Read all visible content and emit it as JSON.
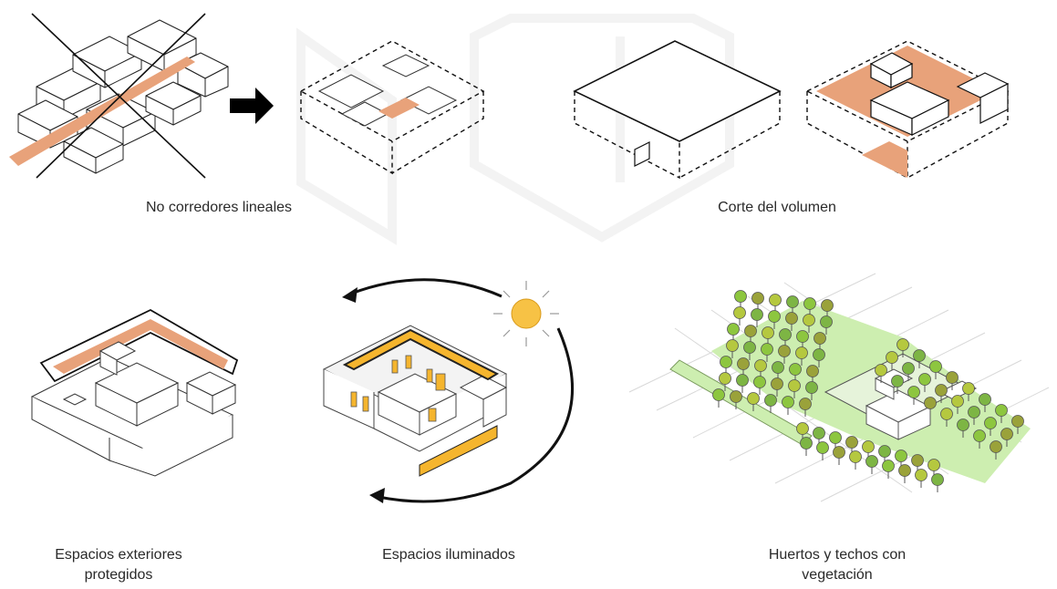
{
  "captions": {
    "no_corridors": "No corredores lineales",
    "volume_cut": "Corte del volumen",
    "protected_line1": "Espacios exteriores",
    "protected_line2": "protegidos",
    "lit_spaces": "Espacios iluminados",
    "gardens_line1": "Huertos y techos con",
    "gardens_line2": "vegetación"
  },
  "colors": {
    "terracotta": "#e8a27a",
    "amber": "#f5b52e",
    "sun": "#f7c245",
    "green_light": "#cdeeb0",
    "tree_green": "#8dc63f",
    "tree_olive": "#9aa23a"
  }
}
